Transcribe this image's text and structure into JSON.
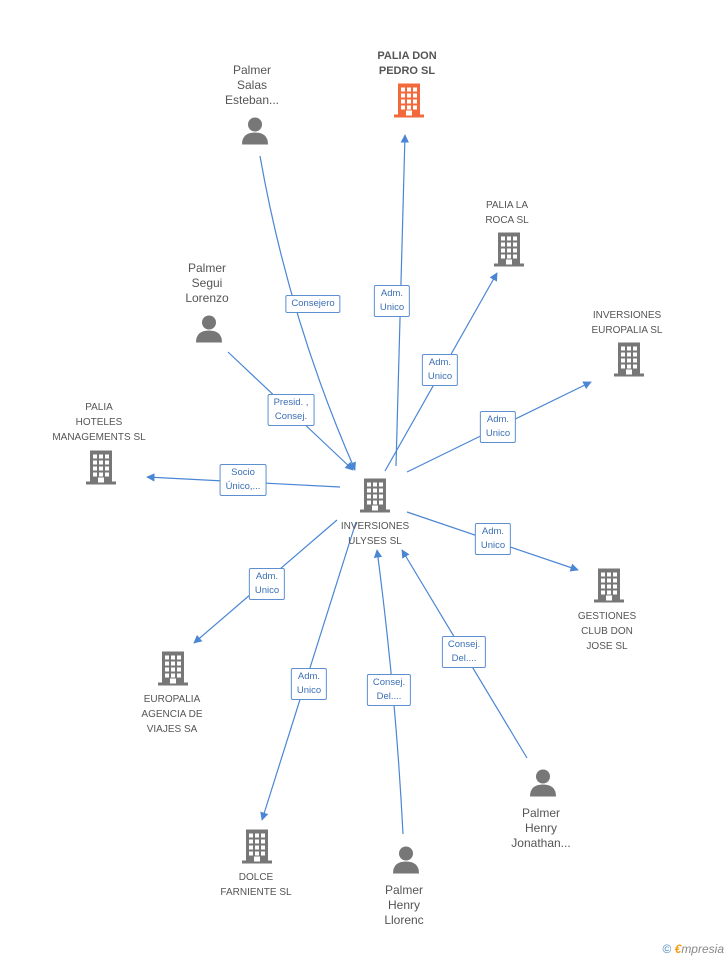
{
  "nodes": [
    {
      "id": "center",
      "label": "INVERSIONES\nULYSES SL",
      "kind": "company",
      "icon": "building-icon"
    },
    {
      "id": "palia-don-pedro",
      "label": "PALIA DON\nPEDRO SL",
      "kind": "company",
      "icon": "building-icon",
      "highlight": true
    },
    {
      "id": "palmer-salas",
      "label": "Palmer\nSalas\nEsteban...",
      "kind": "person",
      "icon": "person-icon"
    },
    {
      "id": "palia-la-roca",
      "label": "PALIA LA\nROCA SL",
      "kind": "company",
      "icon": "building-icon"
    },
    {
      "id": "palmer-segui",
      "label": "Palmer\nSegui\nLorenzo",
      "kind": "person",
      "icon": "person-icon"
    },
    {
      "id": "inversiones-europalia",
      "label": "INVERSIONES\nEUROPALIA SL",
      "kind": "company",
      "icon": "building-icon"
    },
    {
      "id": "palia-hoteles",
      "label": "PALIA\nHOTELES\nMANAGEMENTS SL",
      "kind": "company",
      "icon": "building-icon"
    },
    {
      "id": "gestiones-club",
      "label": "GESTIONES\nCLUB DON\nJOSE SL",
      "kind": "company",
      "icon": "building-icon"
    },
    {
      "id": "europalia-agencia",
      "label": "EUROPALIA\nAGENCIA DE\nVIAJES SA",
      "kind": "company",
      "icon": "building-icon"
    },
    {
      "id": "dolce-farniente",
      "label": "DOLCE\nFARNIENTE SL",
      "kind": "company",
      "icon": "building-icon"
    },
    {
      "id": "palmer-henry-llorenc",
      "label": "Palmer\nHenry\nLlorenc",
      "kind": "person",
      "icon": "person-icon"
    },
    {
      "id": "palmer-henry-jonathan",
      "label": "Palmer\nHenry\nJonathan...",
      "kind": "person",
      "icon": "person-icon"
    }
  ],
  "edges": [
    {
      "from": "center",
      "to": "palia-don-pedro",
      "label": "Adm.\nUnico"
    },
    {
      "from": "palmer-salas",
      "to": "center",
      "label": "Consejero"
    },
    {
      "from": "center",
      "to": "palia-la-roca",
      "label": "Adm.\nUnico"
    },
    {
      "from": "palmer-segui",
      "to": "center",
      "label": "Presid. ,\nConsej."
    },
    {
      "from": "center",
      "to": "inversiones-europalia",
      "label": "Adm.\nUnico"
    },
    {
      "from": "center",
      "to": "palia-hoteles",
      "label": "Socio\nÚnico,..."
    },
    {
      "from": "center",
      "to": "gestiones-club",
      "label": "Adm.\nUnico"
    },
    {
      "from": "center",
      "to": "europalia-agencia",
      "label": "Adm.\nUnico"
    },
    {
      "from": "center",
      "to": "dolce-farniente",
      "label": "Adm.\nUnico"
    },
    {
      "from": "palmer-henry-llorenc",
      "to": "center",
      "label": "Consej.\nDel...."
    },
    {
      "from": "palmer-henry-jonathan",
      "to": "center",
      "label": "Consej.\nDel...."
    }
  ],
  "colors": {
    "edge": "#4a86d4",
    "node": "#777777",
    "highlight": "#f26a3c"
  },
  "footer": {
    "copyright": "©",
    "brand_e": "€",
    "brand_rest": "mpresia"
  }
}
